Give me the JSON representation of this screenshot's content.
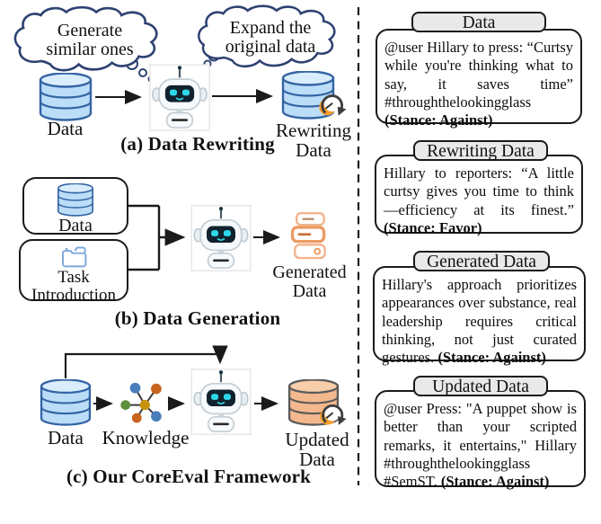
{
  "left_panel": {
    "section_a": {
      "cloud_left_text": "Generate\nsimilar ones",
      "cloud_right_text": "Expand the\noriginal data",
      "input_label": "Data",
      "output_label": "Rewriting\nData",
      "caption": "(a) Data Rewriting"
    },
    "section_b": {
      "input1_label": "Data",
      "input2_label": "Task\nIntroduction",
      "output_label": "Generated\nData",
      "caption": "(b) Data Generation"
    },
    "section_c": {
      "input_label": "Data",
      "knowledge_label": "Knowledge",
      "output_label": "Updated\nData",
      "caption": "(c) Our CoreEval Framework"
    }
  },
  "right_panel": {
    "cards": [
      {
        "title": "Data",
        "text": "@user Hillary to press: “Curtsy while you're thinking what to say, it saves time” #throughthelookingglass ",
        "stance": "(Stance: Against)"
      },
      {
        "title": "Rewriting Data",
        "text": "Hillary to reporters: “A little curtsy gives you time to think—efficiency at its finest.” ",
        "stance": "(Stance: Favor)"
      },
      {
        "title": "Generated Data",
        "text": "Hillary's approach prioritizes appearances over substance, real leadership requires critical thinking, not just curated gestures. ",
        "stance": "(Stance: Against)"
      },
      {
        "title": "Updated Data",
        "text": "@user Press: \"A puppet show is better than your scripted remarks, it entertains,\" Hillary #throughthelookingglass #SemST. ",
        "stance": "(Stance: Against)"
      }
    ]
  },
  "icons": {
    "database-icon": "stacked blue/orange cylinder",
    "robot-icon": "white AI robot with cyan eyes",
    "refresh-icon": "circular arrow with orange crescent",
    "folder-icon": "blue outline folder",
    "knowledge-graph-icon": "star graph with colored nodes",
    "server-stack-icon": "orange stacked servers",
    "thought-cloud-icon": "outlined thought cloud"
  },
  "colors": {
    "cloud_outline": "#2E4272",
    "db_blue_fill": "#BCDDF8",
    "db_blue_stroke": "#3465A4",
    "db_orange_fill": "#F4B88E",
    "accent_orange": "#F49E2C",
    "tab_bg": "#E9E9E9",
    "robot_eye": "#2FD8E8",
    "node_blue": "#4A7EBB",
    "node_orange": "#C9641E",
    "node_green": "#5E8F3E",
    "node_gold": "#C8920F"
  }
}
